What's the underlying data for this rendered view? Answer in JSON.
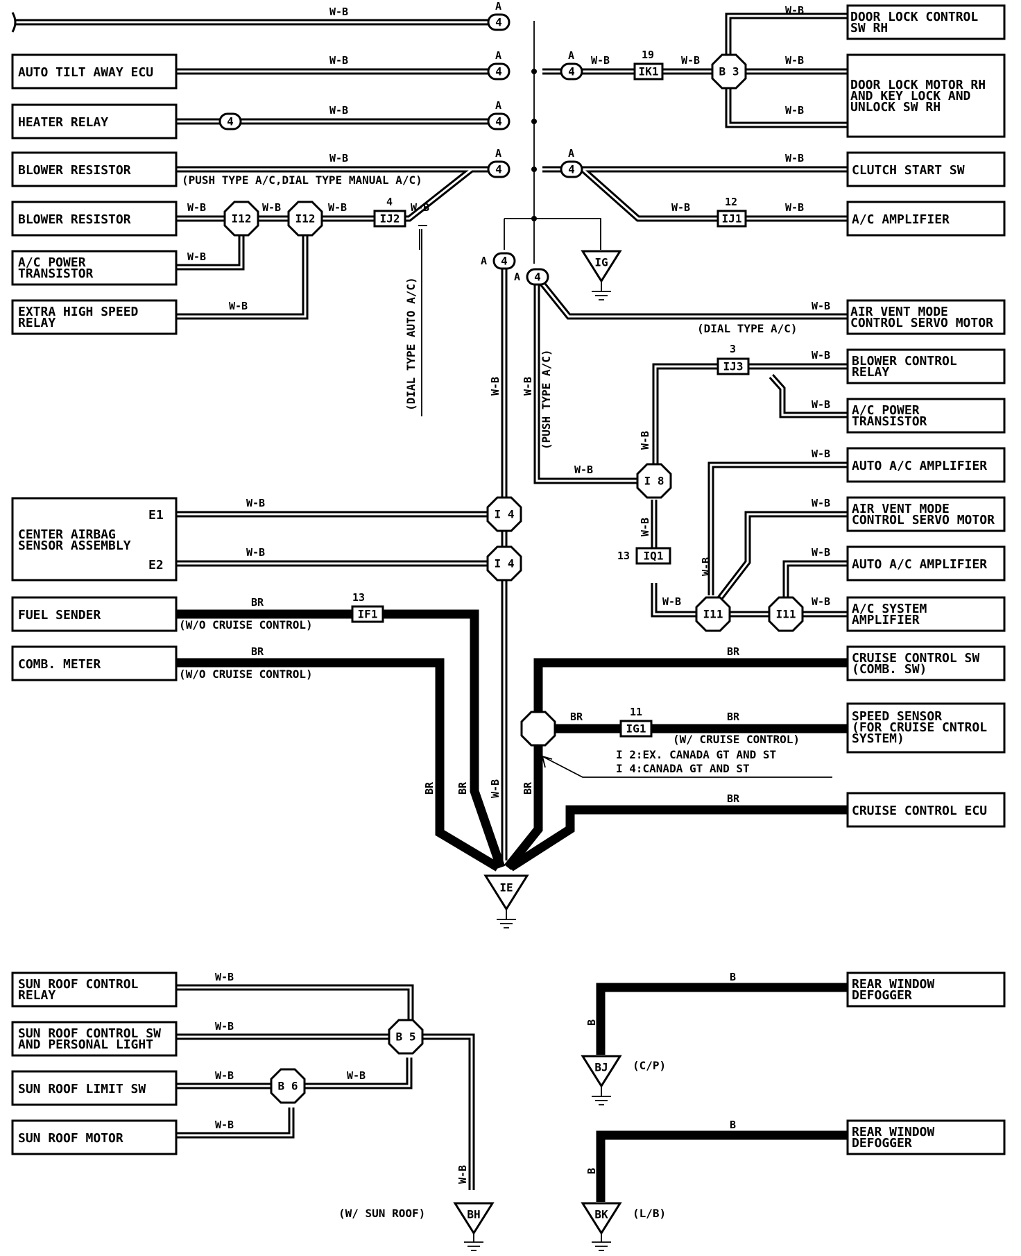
{
  "left_components": [
    {
      "id": "auto-tilt-away-ecu",
      "lines": [
        "AUTO TILT AWAY ECU"
      ]
    },
    {
      "id": "heater-relay",
      "lines": [
        "HEATER RELAY"
      ]
    },
    {
      "id": "blower-resistor-1",
      "lines": [
        "BLOWER RESISTOR"
      ]
    },
    {
      "id": "blower-resistor-2",
      "lines": [
        "BLOWER RESISTOR"
      ]
    },
    {
      "id": "ac-power-transistor-left",
      "lines": [
        "A/C POWER",
        "TRANSISTOR"
      ]
    },
    {
      "id": "extra-high-speed-relay",
      "lines": [
        "EXTRA HIGH SPEED",
        "RELAY"
      ]
    },
    {
      "id": "center-airbag-sensor",
      "lines": [
        "CENTER AIRBAG",
        "SENSOR ASSEMBLY"
      ],
      "pins": [
        "E1",
        "E2"
      ]
    },
    {
      "id": "fuel-sender",
      "lines": [
        "FUEL SENDER"
      ]
    },
    {
      "id": "comb-meter",
      "lines": [
        "COMB. METER"
      ]
    },
    {
      "id": "sun-roof-control-relay",
      "lines": [
        "SUN ROOF CONTROL",
        "RELAY"
      ]
    },
    {
      "id": "sun-roof-control-sw",
      "lines": [
        "SUN ROOF CONTROL SW",
        "AND PERSONAL LIGHT"
      ]
    },
    {
      "id": "sun-roof-limit-sw",
      "lines": [
        "SUN ROOF LIMIT SW"
      ]
    },
    {
      "id": "sun-roof-motor",
      "lines": [
        "SUN ROOF MOTOR"
      ]
    }
  ],
  "right_components": [
    {
      "id": "door-lock-control-sw",
      "lines": [
        "DOOR LOCK CONTROL",
        "SW RH"
      ]
    },
    {
      "id": "door-lock-motor",
      "lines": [
        "DOOR LOCK MOTOR RH",
        "AND KEY LOCK AND",
        "UNLOCK SW RH"
      ]
    },
    {
      "id": "clutch-start-sw",
      "lines": [
        "CLUTCH START SW"
      ]
    },
    {
      "id": "ac-amplifier",
      "lines": [
        "A/C AMPLIFIER"
      ]
    },
    {
      "id": "air-vent-servo-1",
      "lines": [
        "AIR VENT MODE",
        "CONTROL SERVO MOTOR"
      ]
    },
    {
      "id": "blower-control-relay",
      "lines": [
        "BLOWER CONTROL",
        "RELAY"
      ]
    },
    {
      "id": "ac-power-transistor-right",
      "lines": [
        "A/C POWER",
        "TRANSISTOR"
      ]
    },
    {
      "id": "auto-ac-amplifier-1",
      "lines": [
        "AUTO A/C AMPLIFIER"
      ]
    },
    {
      "id": "air-vent-servo-2",
      "lines": [
        "AIR VENT MODE",
        "CONTROL SERVO MOTOR"
      ]
    },
    {
      "id": "auto-ac-amplifier-2",
      "lines": [
        "AUTO A/C AMPLIFIER"
      ]
    },
    {
      "id": "ac-system-amplifier",
      "lines": [
        "A/C SYSTEM",
        "AMPLIFIER"
      ]
    },
    {
      "id": "cruise-control-sw",
      "lines": [
        "CRUISE CONTROL SW",
        "(COMB. SW)"
      ]
    },
    {
      "id": "speed-sensor",
      "lines": [
        "SPEED SENSOR",
        "(FOR CRUISE CNTROL",
        "SYSTEM)"
      ]
    },
    {
      "id": "cruise-control-ecu",
      "lines": [
        "CRUISE CONTROL ECU"
      ]
    },
    {
      "id": "rear-window-defogger-1",
      "lines": [
        "REAR WINDOW",
        "DEFOGGER"
      ]
    },
    {
      "id": "rear-window-defogger-2",
      "lines": [
        "REAR WINDOW",
        "DEFOGGER"
      ]
    }
  ],
  "wire_colors": {
    "wb": "W-B",
    "br": "BR",
    "b": "B"
  },
  "connectors": {
    "four": "4",
    "a": "A",
    "ik1": "IK1",
    "ik1_pin": "19",
    "b3": "B 3",
    "ij1": "IJ1",
    "ij1_pin": "12",
    "ij2": "IJ2",
    "ij2_pin": "4",
    "i12": "I12",
    "ij3": "IJ3",
    "ij3_pin": "3",
    "i8": "I 8",
    "iq1": "IQ1",
    "iq1_pin": "13",
    "i11": "I11",
    "i4": "I 4",
    "if1": "IF1",
    "if1_pin": "13",
    "ig1": "IG1",
    "ig1_pin": "11",
    "b5": "B 5",
    "b6": "B 6"
  },
  "grounds": {
    "ig": "IG",
    "ie": "IE",
    "bj": "BJ",
    "bk": "BK",
    "bh": "BH"
  },
  "notes": {
    "push_dial_manual": "(PUSH TYPE A/C,DIAL TYPE MANUAL A/C)",
    "dial_type_auto": "(DIAL TYPE AUTO A/C)",
    "push_type": "(PUSH TYPE A/C)",
    "dial_type": "(DIAL TYPE A/C)",
    "wo_cruise_1": "(W/O CRUISE CONTROL)",
    "wo_cruise_2": "(W/O CRUISE CONTROL)",
    "w_cruise": "(W/ CRUISE CONTROL)",
    "i2_note": "I 2:EX. CANADA GT AND ST",
    "i4_note": "I 4:CANADA GT AND ST",
    "cp": "(C/P)",
    "lb": "(L/B)",
    "w_sun_roof": "(W/ SUN ROOF)"
  }
}
